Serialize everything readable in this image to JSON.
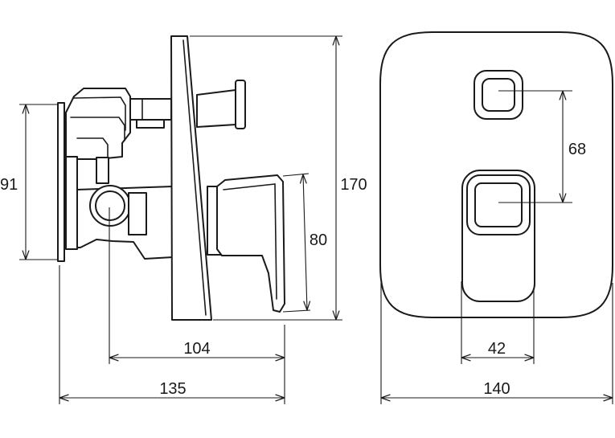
{
  "side_view": {
    "body_height": "91",
    "plate_height": "170",
    "handle_height": "80",
    "outlet_depth": "104",
    "total_depth": "135"
  },
  "front_view": {
    "button_spacing": "68",
    "handle_width": "42",
    "plate_width": "140"
  }
}
